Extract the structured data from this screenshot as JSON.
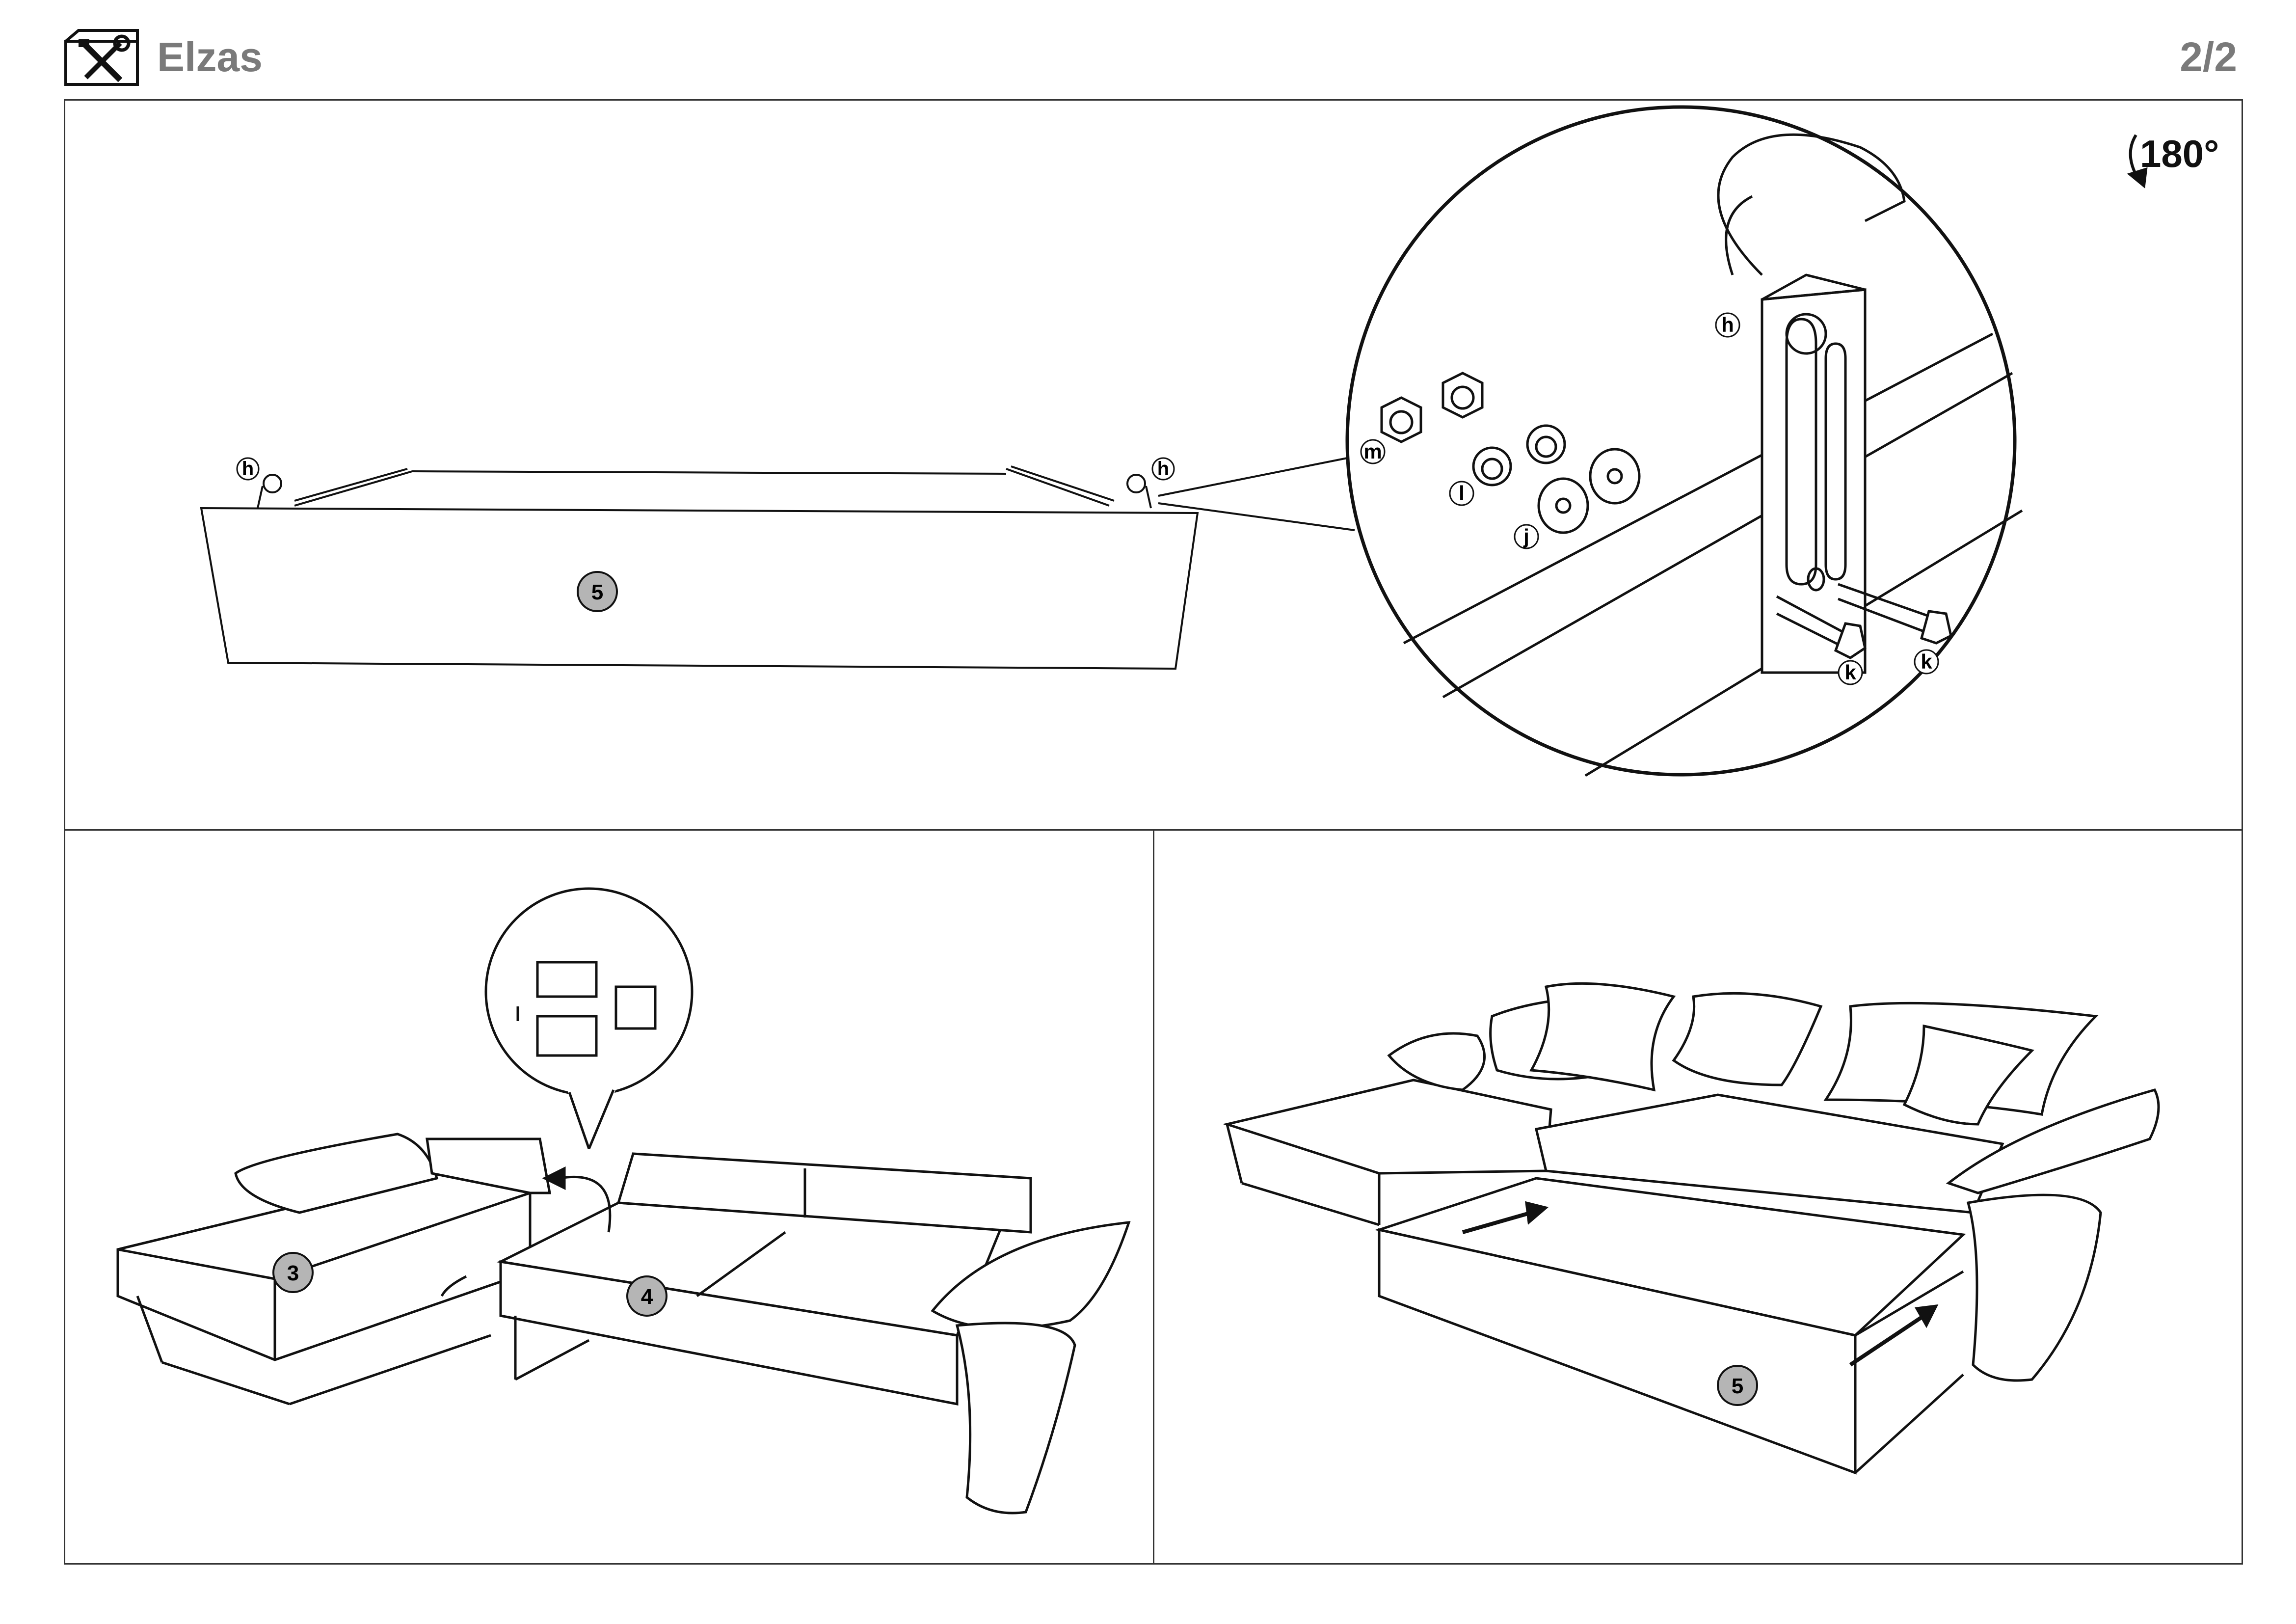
{
  "header": {
    "title": "Elzas",
    "page": "2/2",
    "icon": "tools-icon"
  },
  "rotation": {
    "text": "180°"
  },
  "parts": {
    "h": "h",
    "m": "m",
    "l": "l",
    "j": "j",
    "k": "k",
    "step3": "3",
    "step4": "4",
    "step5": "5"
  },
  "colors": {
    "badge_fill": "#b5b5b5",
    "line": "#111111",
    "header_gray": "#7a7a7a"
  }
}
